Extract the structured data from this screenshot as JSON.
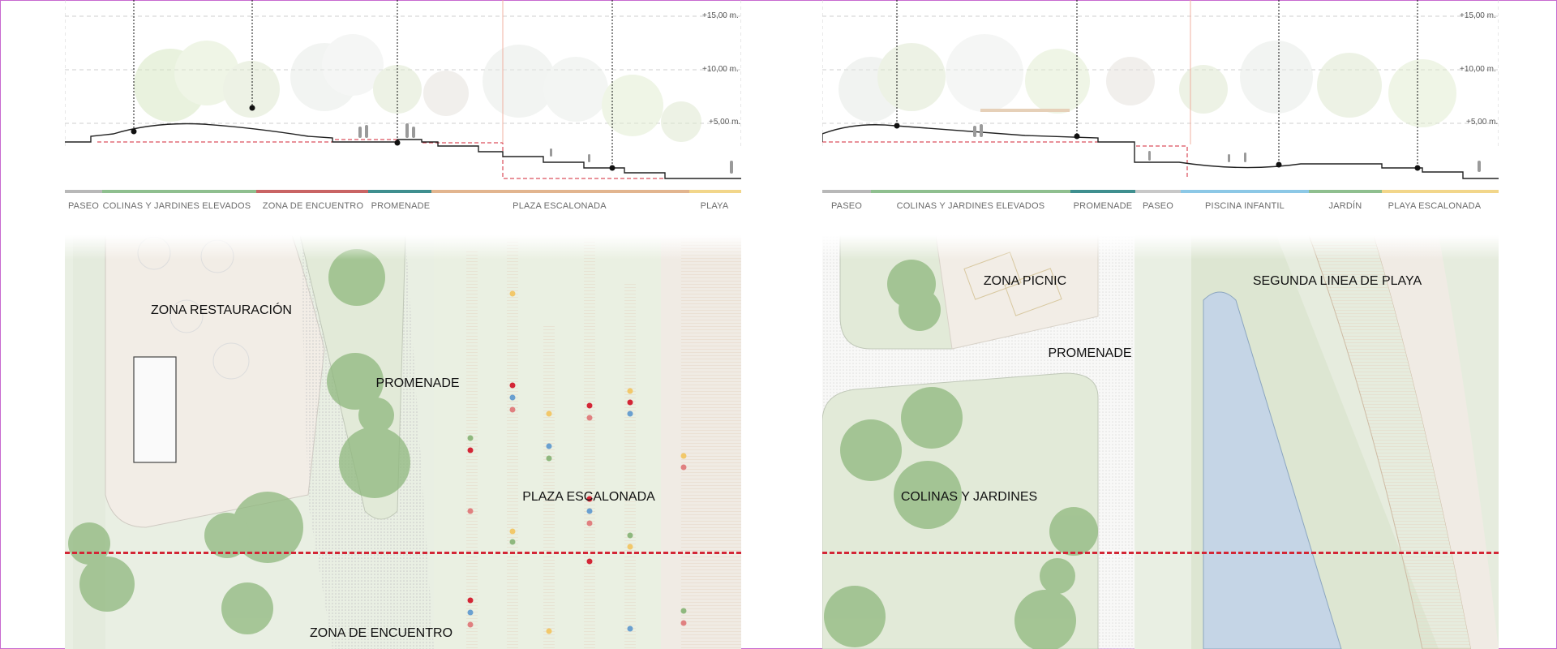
{
  "elevations": [
    "+15,00 m.",
    "+10,00 m.",
    "+5,00 m."
  ],
  "left": {
    "section_zones": [
      {
        "label": "PASEO",
        "color": "#b8b8b8"
      },
      {
        "label": "COLINAS Y JARDINES ELEVADOS",
        "color": "#8fbf8f"
      },
      {
        "label": "ZONA DE ENCUENTRO",
        "color": "#c96464"
      },
      {
        "label": "PROMENADE",
        "color": "#3f8f8f"
      },
      {
        "label": "PLAZA ESCALONADA",
        "color": "#e2b58f"
      },
      {
        "label": "PLAYA",
        "color": "#f2d68a"
      }
    ],
    "plan_labels": {
      "restauracion": "ZONA RESTAURACIÓN",
      "promenade": "PROMENADE",
      "plaza": "PLAZA ESCALONADA",
      "encuentro": "ZONA DE ENCUENTRO"
    }
  },
  "right": {
    "section_zones": [
      {
        "label": "PASEO",
        "color": "#b8b8b8"
      },
      {
        "label": "COLINAS Y JARDINES ELEVADOS",
        "color": "#8fbf8f"
      },
      {
        "label": "PROMENADE",
        "color": "#3f8f8f"
      },
      {
        "label": "PASEO",
        "color": "#c8c8c8"
      },
      {
        "label": "PISCINA INFANTIL",
        "color": "#8cc8e6"
      },
      {
        "label": "JARDÍN",
        "color": "#8fbf8f"
      },
      {
        "label": "PLAYA ESCALONADA",
        "color": "#f2d68a"
      }
    ],
    "plan_labels": {
      "picnic": "ZONA PICNIC",
      "segunda": "SEGUNDA LINEA DE PLAYA",
      "promenade": "PROMENADE",
      "colinas": "COLINAS Y JARDINES"
    }
  },
  "colors": {
    "cut_line": "#d32636",
    "tree": "#8fb87e",
    "paving": "#f2ede6",
    "water": "#c5d5e6"
  }
}
